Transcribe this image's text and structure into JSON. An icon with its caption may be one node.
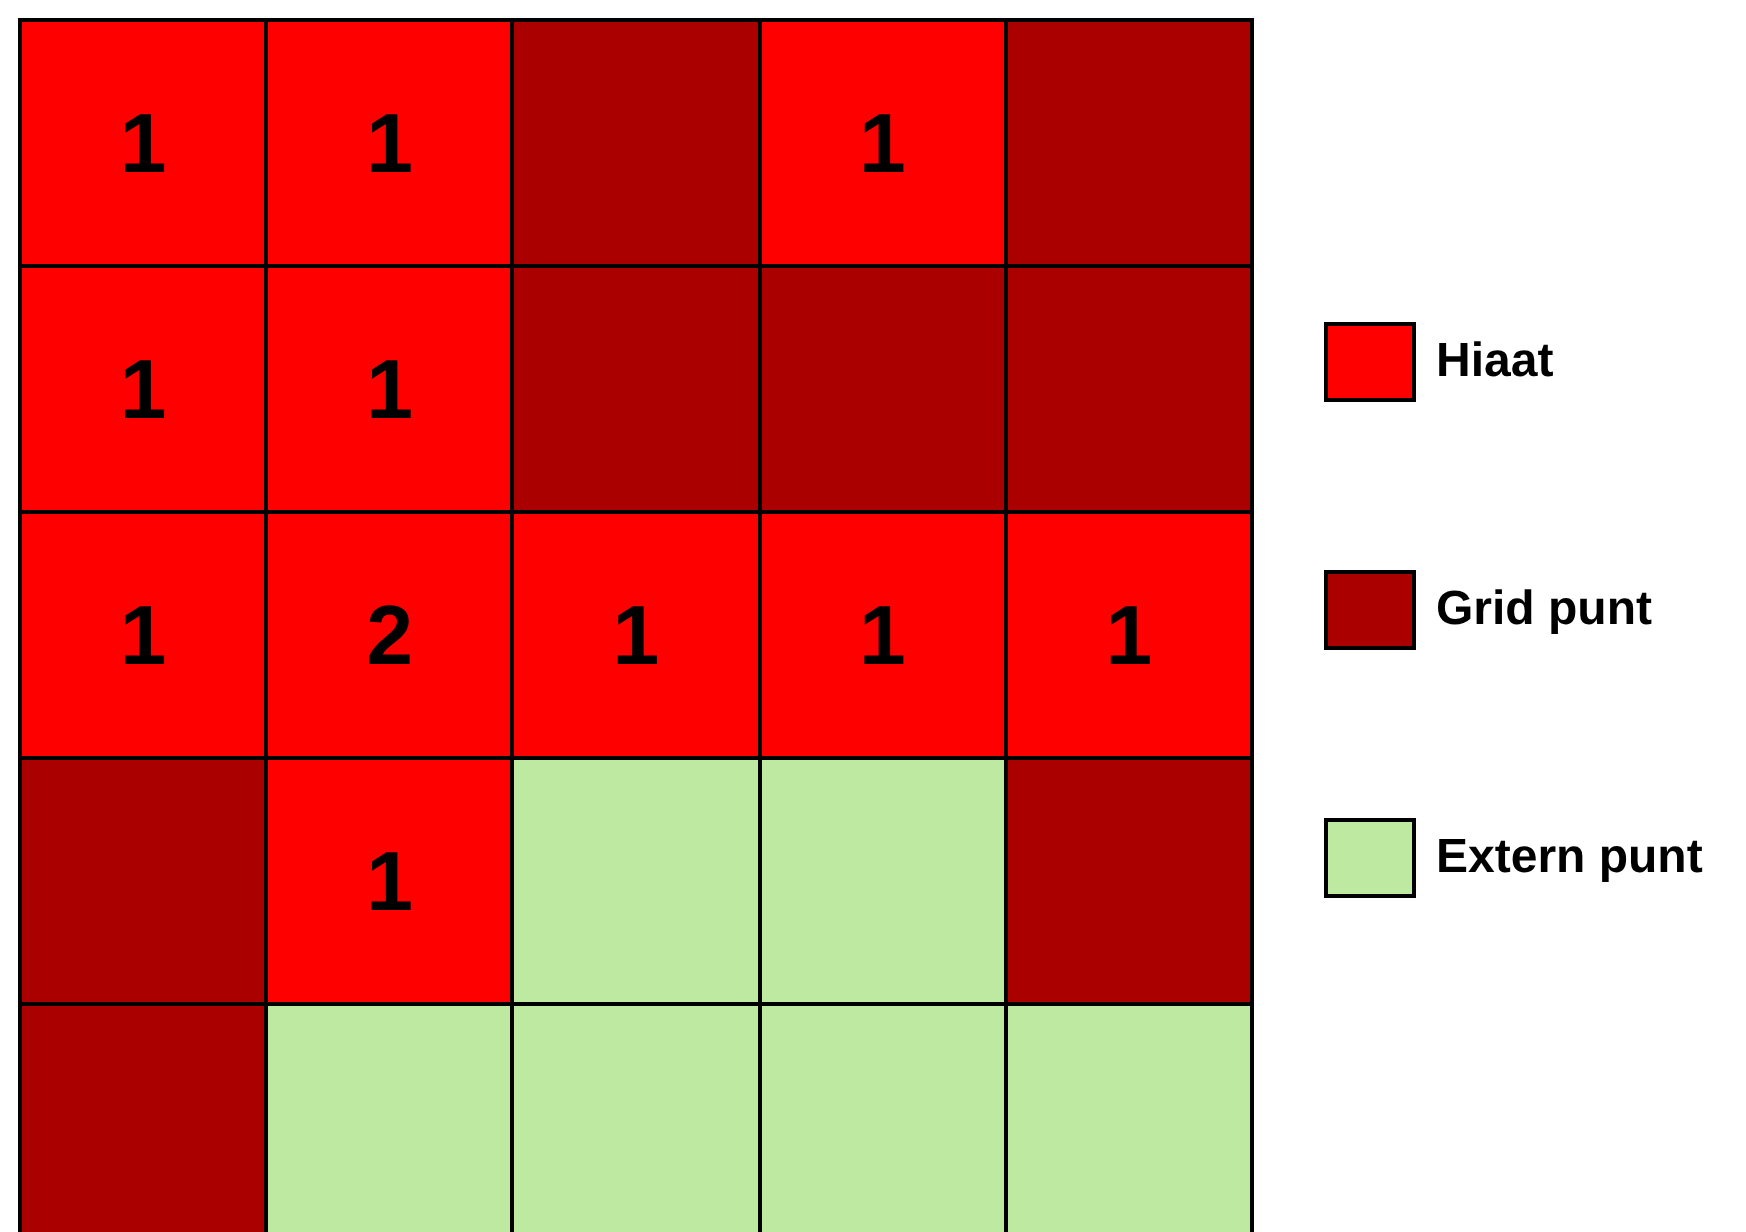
{
  "diagram": {
    "nodes": [
      {
        "text": [
          "1"
        ]
      },
      {
        "text": [
          "1"
        ]
      },
      {
        "text": [],
        "shape": "box"
      },
      {
        "text": [
          "1"
        ]
      },
      {
        "text": [],
        "shape": "box"
      },
      {
        "text": [
          "1"
        ]
      },
      {
        "text": [
          "1"
        ]
      },
      {
        "text": [],
        "shape": "box"
      },
      {
        "text": [],
        "shape": "box"
      },
      {
        "text": [],
        "shape": "box"
      },
      {
        "text": [
          "1"
        ]
      },
      {
        "text": [
          "2"
        ]
      },
      {
        "text": [
          "1"
        ]
      },
      {
        "text": [
          "1"
        ]
      },
      {
        "text": [
          "1"
        ]
      },
      {
        "text": [],
        "shape": "box"
      },
      {
        "text": [
          "1"
        ]
      },
      {
        "text": [],
        "shape": "box"
      },
      {
        "text": [],
        "shape": "box"
      },
      {
        "text": [],
        "shape": "box"
      },
      {
        "text": [],
        "shape": "box"
      },
      {
        "text": [],
        "shape": "box"
      },
      {
        "text": [],
        "shape": "box"
      },
      {
        "text": [],
        "shape": "box"
      },
      {
        "text": [],
        "shape": "box"
      }
    ],
    "legend": [
      {
        "text": "Hiaat",
        "color": "#ff0000"
      },
      {
        "text": "Grid punt",
        "color": "#aa0000"
      },
      {
        "text": "Extern punt",
        "color": "#bde9a0"
      }
    ]
  }
}
